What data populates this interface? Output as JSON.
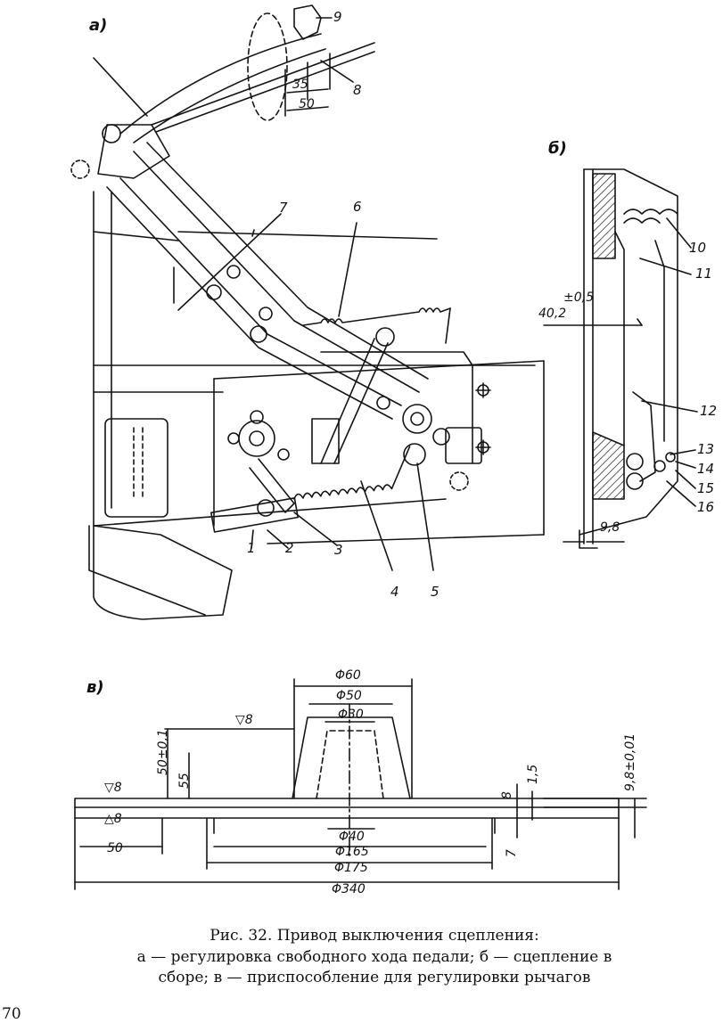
{
  "figure": {
    "section_labels": {
      "a": "а)",
      "b": "б)",
      "c": "в)"
    },
    "part_labels": [
      "1",
      "2",
      "3",
      "4",
      "5",
      "6",
      "7",
      "8",
      "9",
      "10",
      "11",
      "12",
      "13",
      "14",
      "15",
      "16"
    ],
    "view_a_dimensions": {
      "d35": "35",
      "d50": "50"
    },
    "view_b_dimensions": {
      "main": "40,2",
      "tol": "±0,5",
      "bottom": "9,8"
    },
    "view_c_dimensions": {
      "phi60": "Φ60",
      "phi50": "Φ50",
      "phi30": "Φ30",
      "phi40": "Φ40",
      "phi165": "Φ165",
      "phi175": "Φ175",
      "phi340": "Φ340",
      "d50": "50",
      "h55": "55",
      "h50tol": "50±0,1",
      "h98tol": "9,8±0,01",
      "h8": "8",
      "h15": "1,5",
      "h7": "7",
      "rough_top": "▽8",
      "rough_left_top": "▽8",
      "rough_left_bot": "△8"
    }
  },
  "caption": {
    "title": "Рис. 32. Привод выключения сцепления:",
    "line1": "а — регулировка свободного хода педали; б — сцепление в",
    "line2": "сборе; в — приспособление для регулировки рычагов"
  },
  "page_number": "70"
}
